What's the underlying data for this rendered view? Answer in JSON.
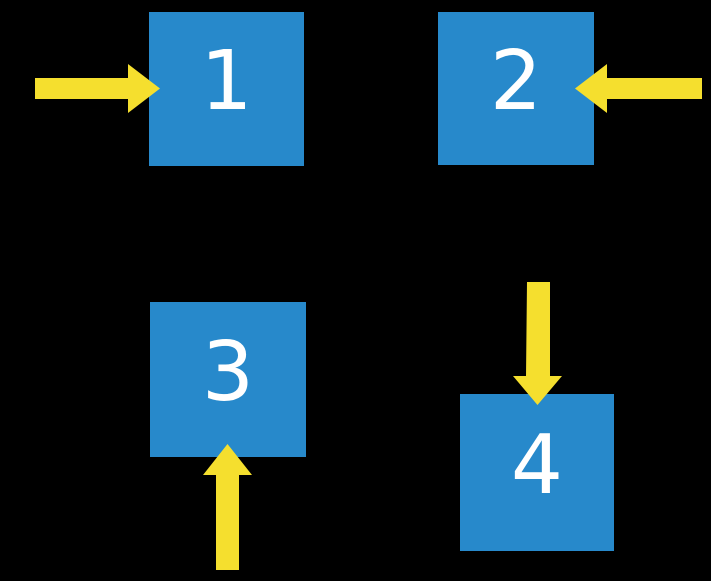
{
  "diagram": {
    "background_color": "#000000",
    "square_color": "#2789CB",
    "arrow_color": "#F5DF2E",
    "label_color": "#FFFFFF",
    "nodes": [
      {
        "label": "1",
        "position": "top-left",
        "arrow_direction": "right",
        "arrow_enters_side": "left"
      },
      {
        "label": "2",
        "position": "top-right",
        "arrow_direction": "left",
        "arrow_enters_side": "right"
      },
      {
        "label": "3",
        "position": "bottom-left",
        "arrow_direction": "up",
        "arrow_enters_side": "bottom"
      },
      {
        "label": "4",
        "position": "bottom-right",
        "arrow_direction": "down",
        "arrow_enters_side": "top"
      }
    ]
  }
}
